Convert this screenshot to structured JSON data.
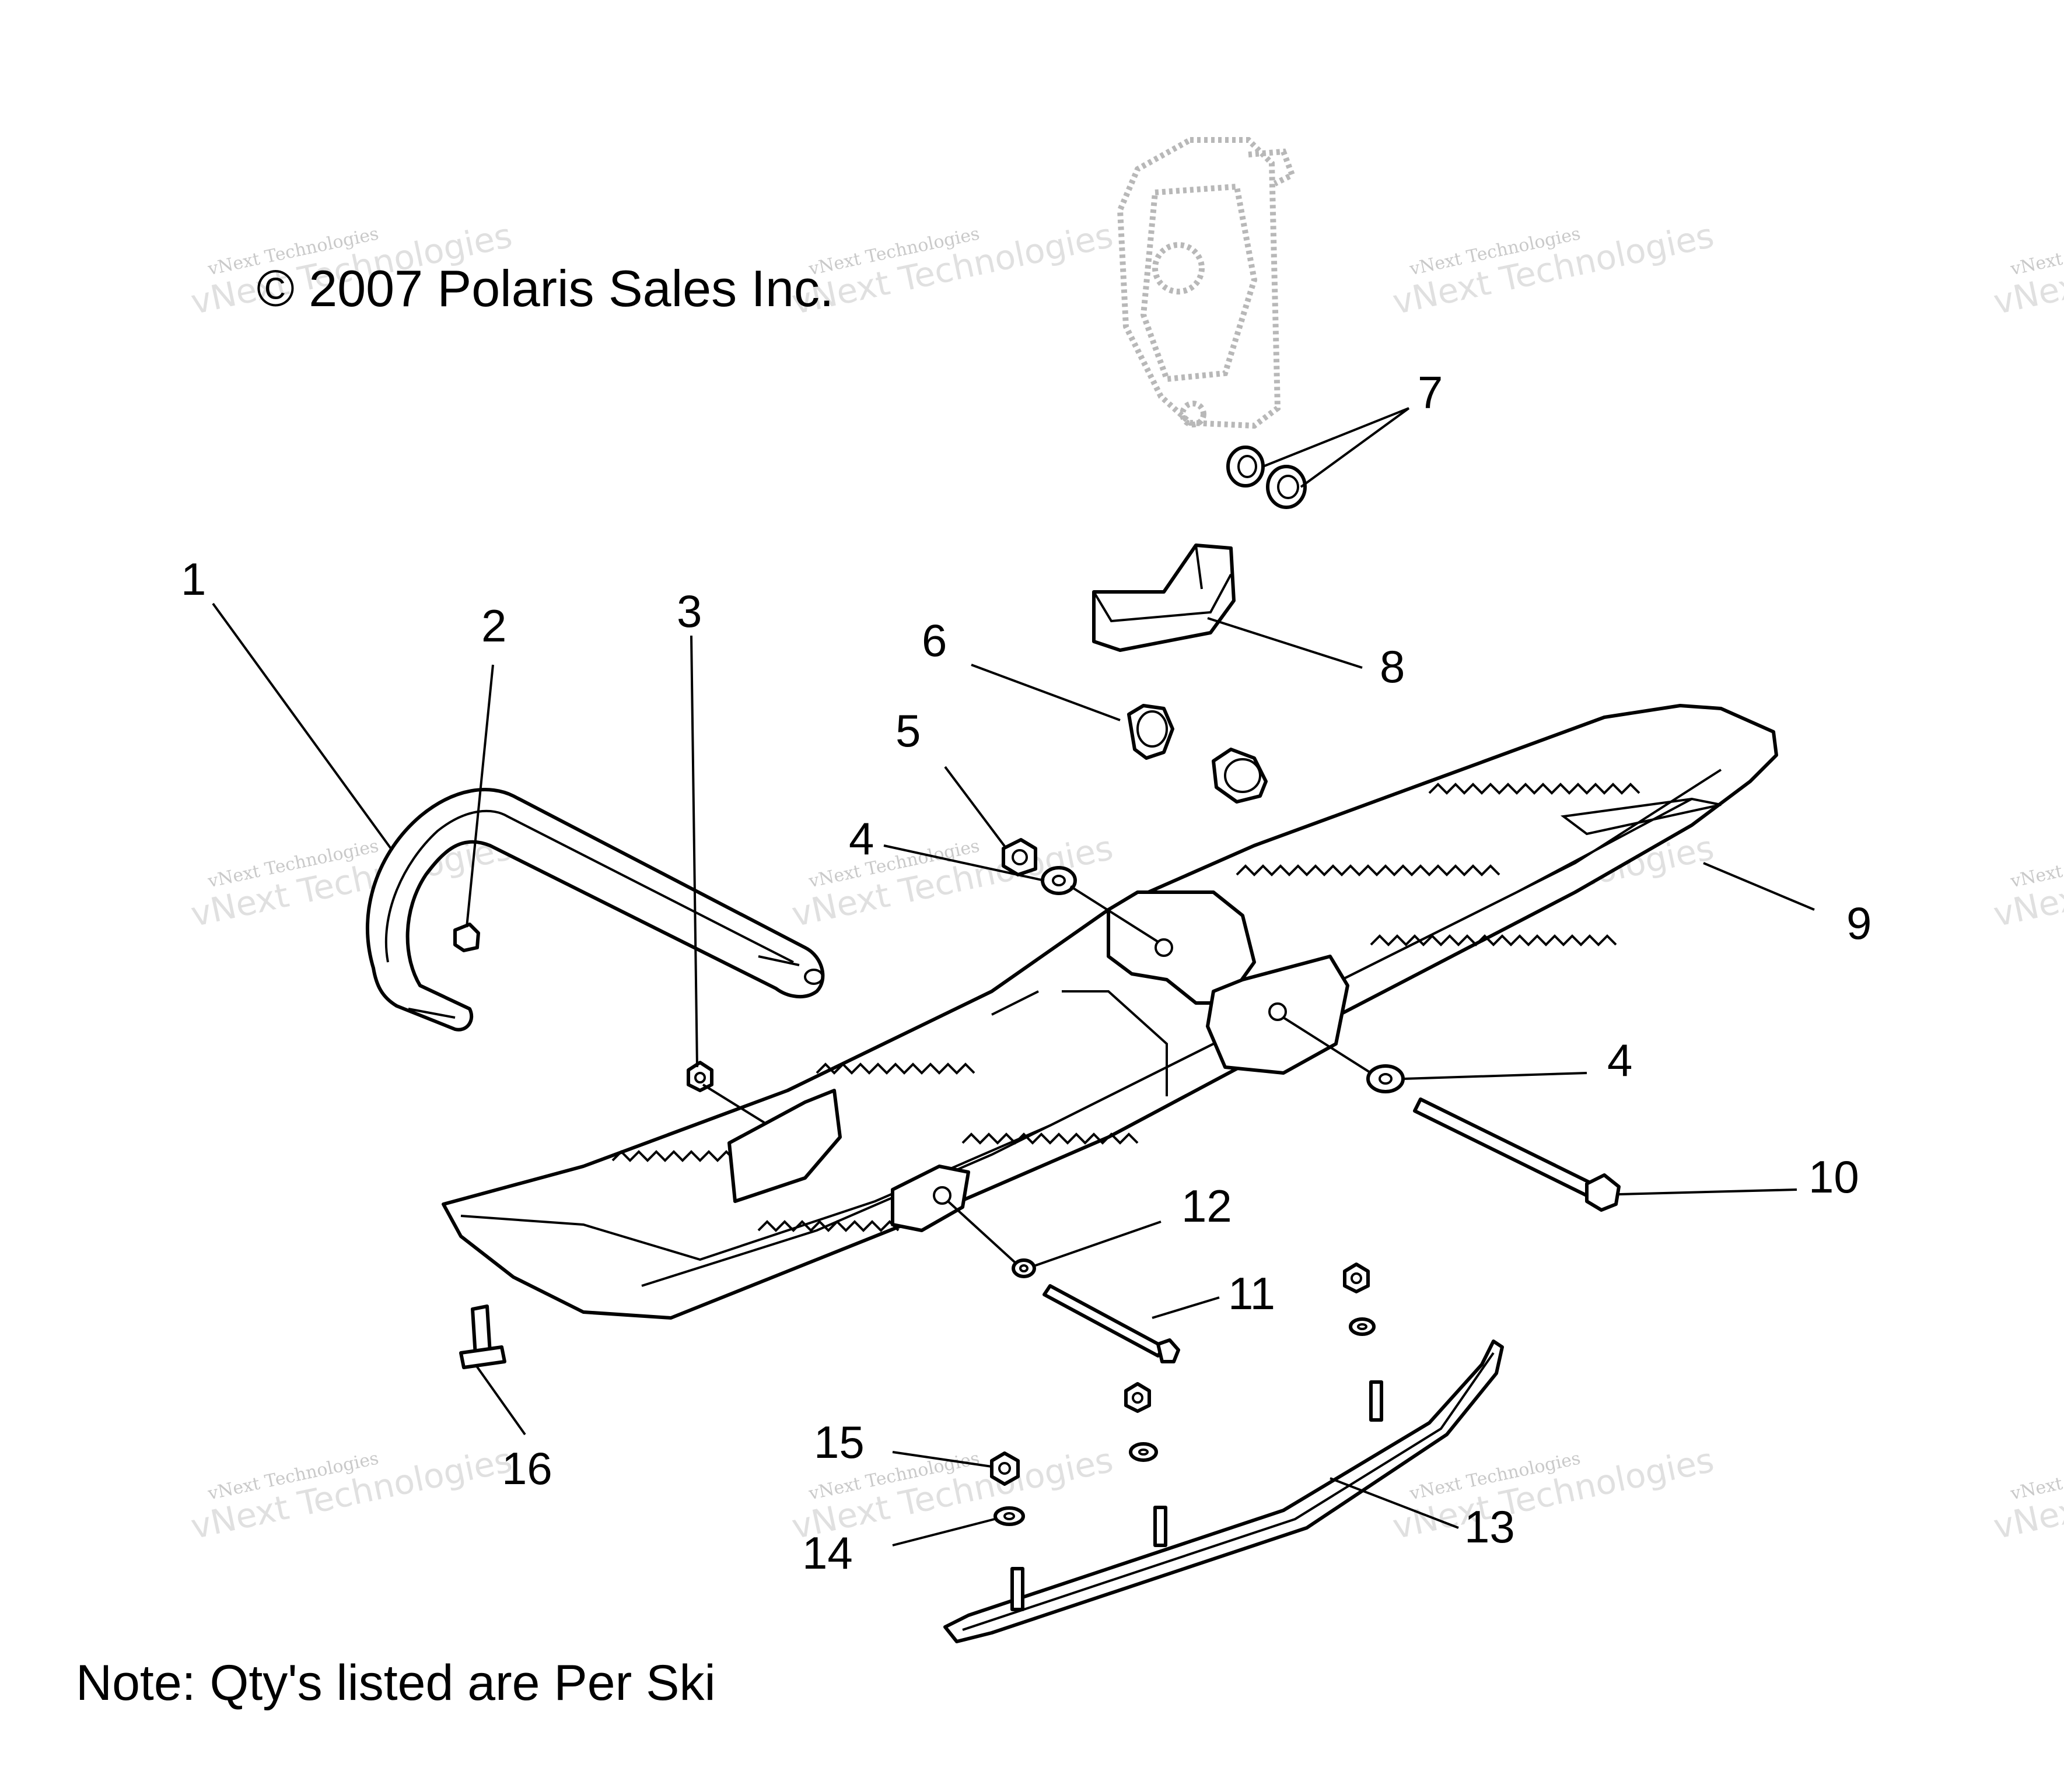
{
  "copyright": "© 2007 Polaris Sales Inc.",
  "note": "Note: Qty's listed are Per Ski",
  "watermark": {
    "line1": "vNext Technologies",
    "line2": "vNext Technologies"
  },
  "callouts": [
    "1",
    "2",
    "3",
    "4",
    "5",
    "6",
    "7",
    "8",
    "9",
    "4",
    "10",
    "12",
    "11",
    "15",
    "14",
    "16",
    "13"
  ],
  "colors": {
    "ink": "#000000",
    "watermark": "#d0d0d0",
    "ghost": "#b8b8b8"
  }
}
